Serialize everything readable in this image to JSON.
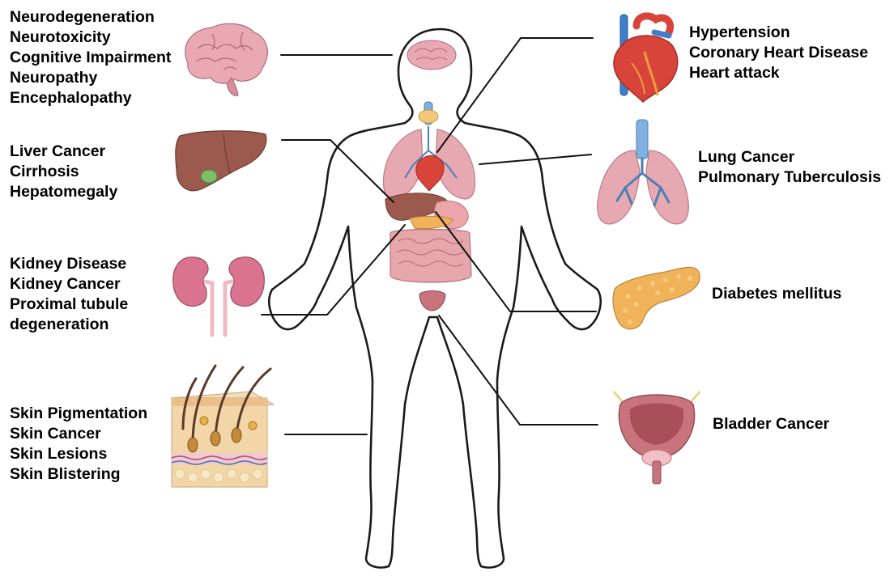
{
  "groups": {
    "brain": {
      "icon": "brain-icon",
      "items": [
        "Neurodegeneration",
        "Neurotoxicity",
        "Cognitive Impairment",
        "Neuropathy",
        "Encephalopathy"
      ]
    },
    "liver": {
      "icon": "liver-icon",
      "items": [
        "Liver Cancer",
        "Cirrhosis",
        "Hepatomegaly"
      ]
    },
    "kidney": {
      "icon": "kidney-icon",
      "items": [
        "Kidney Disease",
        "Kidney Cancer",
        "Proximal tubule",
        "degeneration"
      ]
    },
    "skin": {
      "icon": "skin-icon",
      "items": [
        "Skin Pigmentation",
        "Skin Cancer",
        "Skin Lesions",
        "Skin Blistering"
      ]
    },
    "heart": {
      "icon": "heart-icon",
      "items": [
        "Hypertension",
        "Coronary Heart Disease",
        "Heart attack"
      ]
    },
    "lung": {
      "icon": "lung-icon",
      "items": [
        "Lung Cancer",
        "Pulmonary Tuberculosis"
      ]
    },
    "pancreas": {
      "icon": "pancreas-icon",
      "items": [
        "Diabetes mellitus"
      ]
    },
    "bladder": {
      "icon": "bladder-icon",
      "items": [
        "Bladder Cancer"
      ]
    }
  },
  "colors": {
    "text": "#000000",
    "connector": "#111111",
    "body_outline": "#1a1a1a",
    "brain": "#e9a9b3",
    "liver": "#9b5a4d",
    "kidney": "#d9738f",
    "heart": "#d8443a",
    "vessel_blue": "#3f7fc7",
    "lung": "#e6a9b2",
    "pancreas": "#f0b35a",
    "bladder": "#c9747c",
    "intestine": "#e5a7a9",
    "skin": "#f3d6a8"
  }
}
